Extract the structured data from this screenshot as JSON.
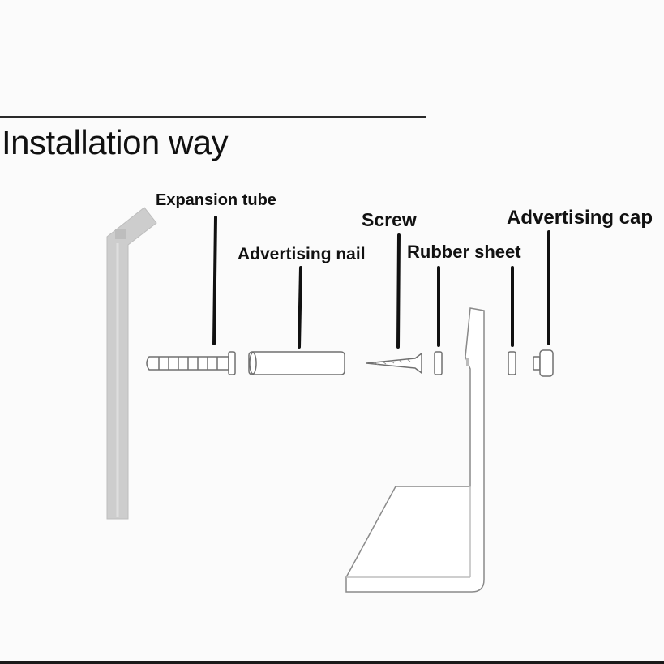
{
  "title": "Installation way",
  "parts": {
    "expansion_tube": "Expansion tube",
    "advertising_nail": "Advertising nail",
    "screw": "Screw",
    "rubber_sheet": "Rubber sheet",
    "advertising_cap": "Advertising cap"
  },
  "colors": {
    "line": "#111111",
    "outline": "#6f6f6f",
    "wall": "#c9c9c9"
  }
}
